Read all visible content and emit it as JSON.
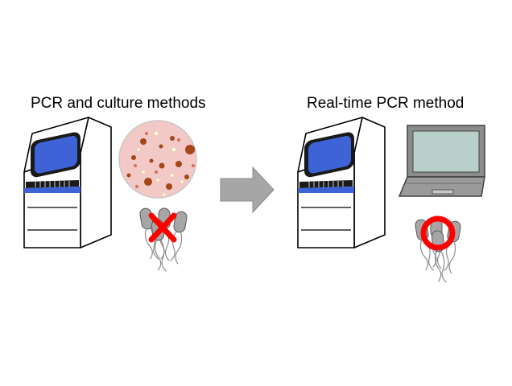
{
  "left_panel": {
    "title": "PCR and culture methods",
    "result_mark": "cross-mark"
  },
  "right_panel": {
    "title": "Real-time PCR method",
    "result_mark": "circle-mark"
  },
  "colors": {
    "screen_blue": "#3d63d6",
    "plate_fill": "#f2c9c6",
    "colony_brown": "#a3461a",
    "mark_red": "#ff0000",
    "arrow_gray": "#a6a6a6",
    "bacteria_gray": "#a6a6a6",
    "laptop_gray": "#8c8c8c",
    "laptop_screen": "#b9cfc9"
  },
  "icons": {
    "instrument": "pcr-instrument-icon",
    "petri_dish": "petri-dish-icon",
    "bacteria": "bacteria-icon",
    "arrow": "right-arrow-icon",
    "laptop": "laptop-icon"
  }
}
